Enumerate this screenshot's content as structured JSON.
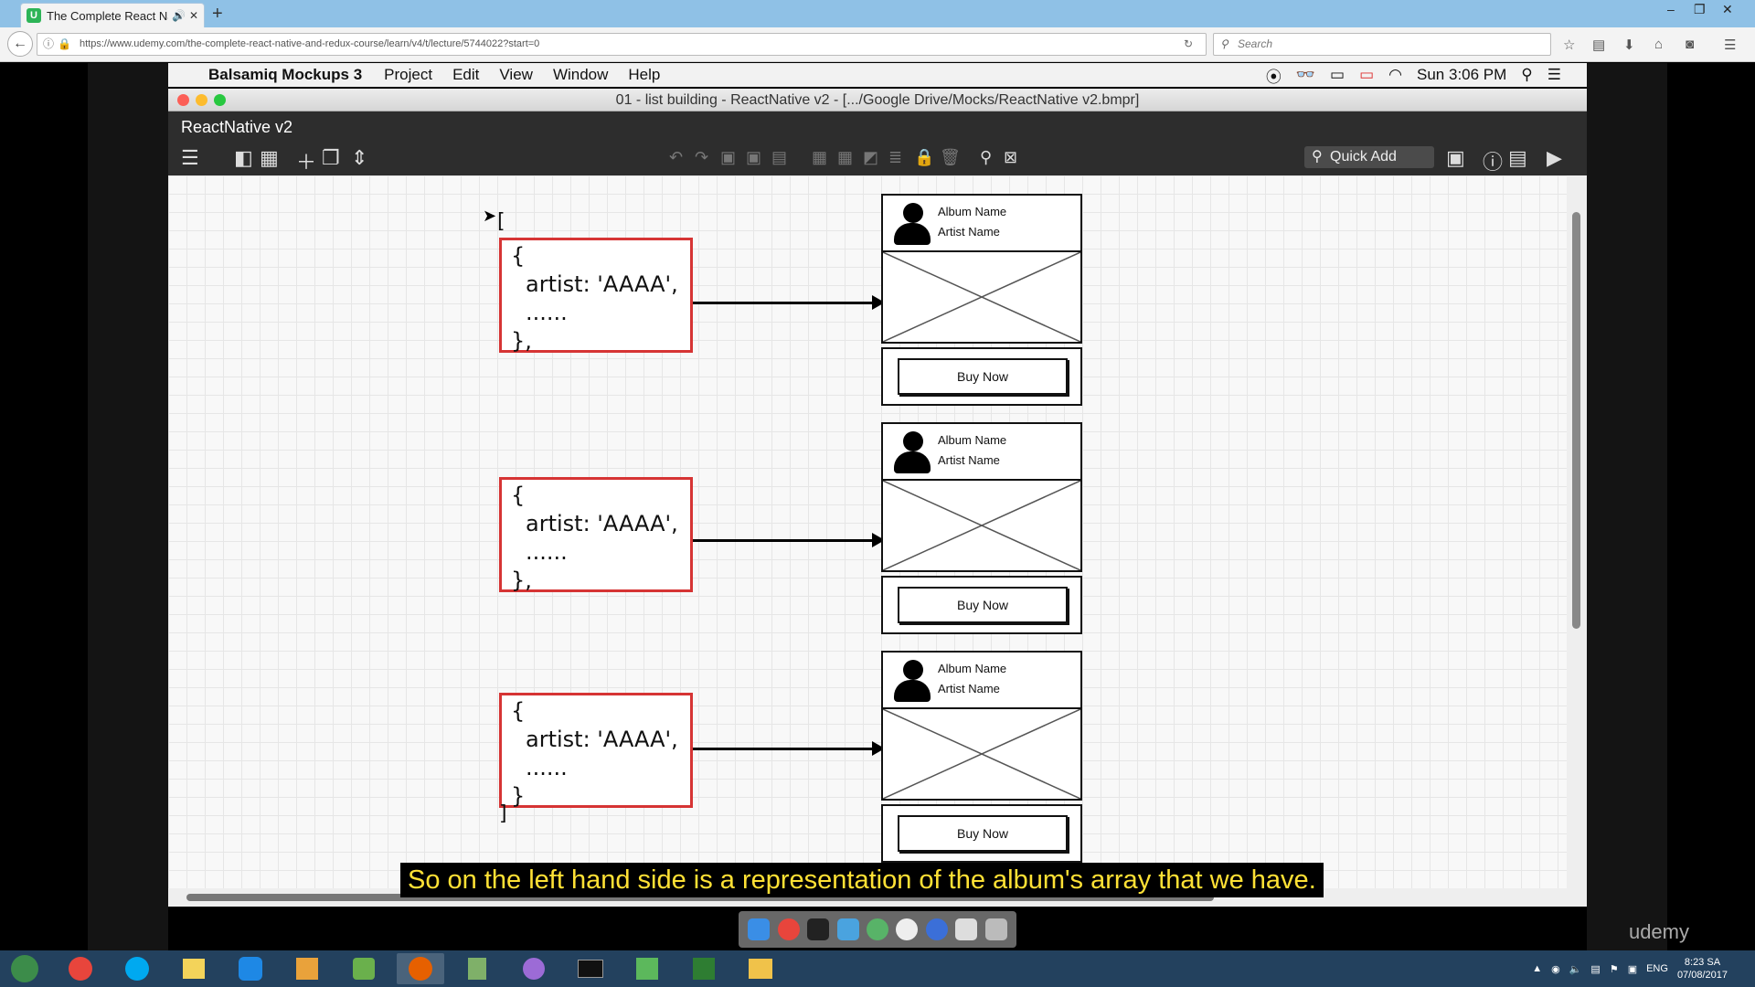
{
  "browser": {
    "tab_title": "The Complete React Nat",
    "tab_favicon": "U",
    "url": "https://www.udemy.com/the-complete-react-native-and-redux-course/learn/v4/t/lecture/5744022?start=0",
    "search_placeholder": "Search"
  },
  "mac_menu": {
    "app_name": "Balsamiq Mockups 3",
    "items": [
      "Project",
      "Edit",
      "View",
      "Window",
      "Help"
    ],
    "clock": "Sun 3:06 PM"
  },
  "balsamiq": {
    "window_title": "01 - list building - ReactNative v2 - [.../Google Drive/Mocks/ReactNative v2.bmpr]",
    "project_title": "ReactNative v2",
    "quick_add": "Quick Add"
  },
  "mockup": {
    "open_bracket": "[",
    "close_bracket": "]",
    "objects": [
      {
        "open": "{",
        "line1": "artist: 'AAAA',",
        "line2": "......",
        "close": "},"
      },
      {
        "open": "{",
        "line1": "artist: 'AAAA',",
        "line2": "......",
        "close": "},"
      },
      {
        "open": "{",
        "line1": "artist: 'AAAA',",
        "line2": "......",
        "close": "}"
      }
    ],
    "cards": [
      {
        "album": "Album Name",
        "artist": "Artist Name",
        "button": "Buy Now"
      },
      {
        "album": "Album Name",
        "artist": "Artist Name",
        "button": "Buy Now"
      },
      {
        "album": "Album Name",
        "artist": "Artist Name",
        "button": "Buy Now"
      }
    ]
  },
  "subtitle": "So on the left hand side is a representation of the album's array that we have.",
  "watermark": "udemy",
  "taskbar": {
    "lang": "ENG",
    "time": "8:23 SA",
    "date": "07/08/2017"
  },
  "colors": {
    "json_box_border": "#d63434",
    "subtitle_text": "#ffe135",
    "taskbar_bg": "#23415e"
  }
}
